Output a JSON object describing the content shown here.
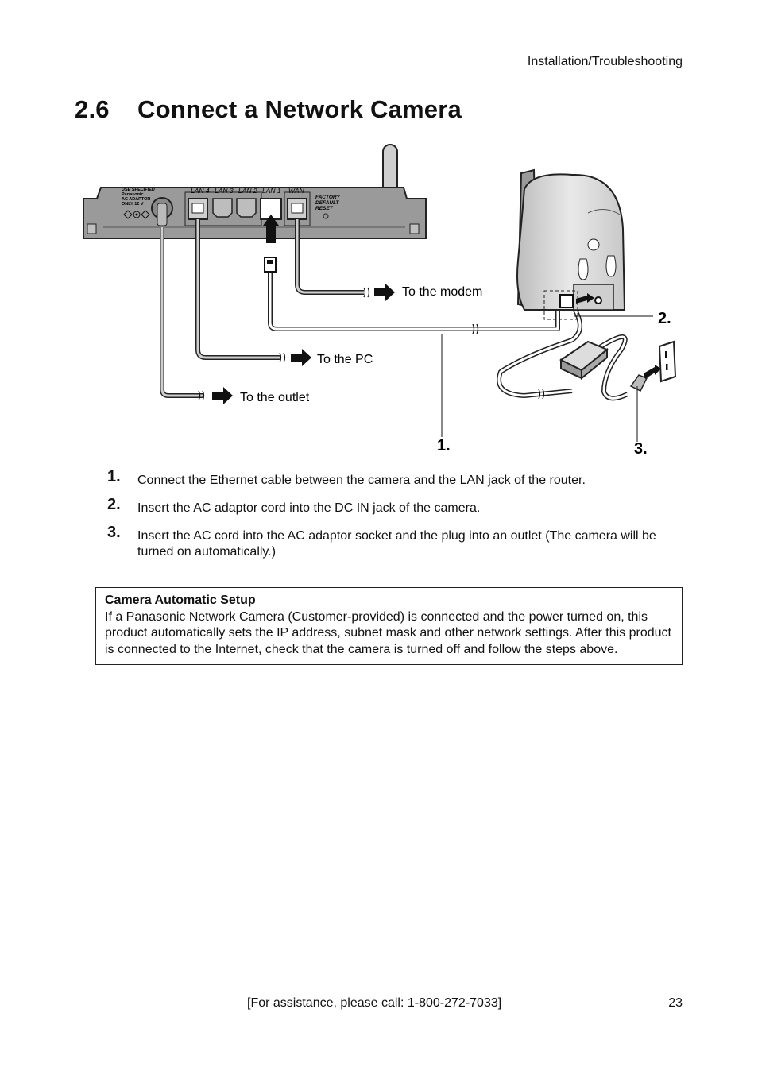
{
  "header": {
    "section": "Installation/Troubleshooting"
  },
  "title": {
    "number": "2.6",
    "text": "Connect a Network Camera"
  },
  "figure": {
    "router_labels": {
      "lan4": "LAN 4",
      "lan3": "LAN 3",
      "lan2": "LAN 2",
      "lan1": "LAN 1",
      "wan": "WAN",
      "reset_line1": "FACTORY",
      "reset_line2": "DEFAULT",
      "reset_line3": "RESET",
      "adaptor_line1": "USE SPECIFIED",
      "adaptor_line2": "Panasonic",
      "adaptor_line3": "AC ADAPTOR",
      "adaptor_line4": "ONLY 12 V"
    },
    "callouts": {
      "modem": "To the modem",
      "pc": "To the PC",
      "outlet": "To the outlet"
    },
    "step_markers": [
      "1.",
      "2.",
      "3."
    ]
  },
  "steps": [
    {
      "num": "1.",
      "text": "Connect the Ethernet cable between the camera and the LAN jack of the router."
    },
    {
      "num": "2.",
      "text": "Insert the AC adaptor cord into the DC IN jack of the camera."
    },
    {
      "num": "3.",
      "text": "Insert the AC cord into the AC adaptor socket and the plug into an outlet (The camera will be turned on automatically.)"
    }
  ],
  "note": {
    "title": "Camera Automatic Setup",
    "body": "If a Panasonic Network Camera (Customer-provided) is connected and the power turned on, this product automatically sets the IP address, subnet mask and other network settings. After this product is connected to the Internet, check that the camera is turned off and follow the steps above."
  },
  "footer": {
    "assistance": "[For assistance, please call: 1-800-272-7033]",
    "page_number": "23"
  }
}
